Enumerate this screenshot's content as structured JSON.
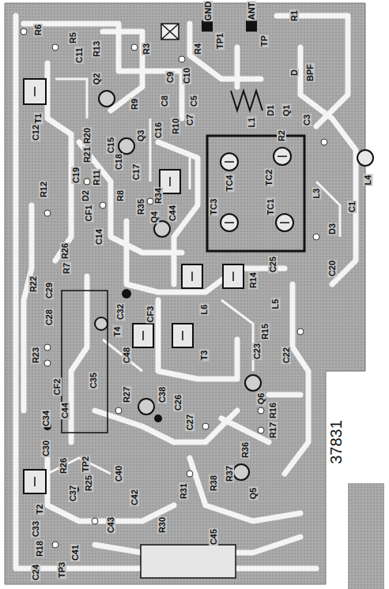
{
  "diagram": {
    "labels": [
      "R6",
      "R5",
      "C11",
      "R13",
      "R3",
      "R4",
      "GND",
      "TP1",
      "ANT",
      "TP",
      "R1",
      "C9",
      "C10",
      "BPF",
      "D",
      "T1",
      "Q2",
      "R9",
      "C8",
      "C5",
      "L1",
      "D1",
      "Q1",
      "C3",
      "R2",
      "C12",
      "R20",
      "R21",
      "C15",
      "Q3",
      "C16",
      "R10",
      "C7",
      "R11",
      "C18",
      "C19",
      "C17",
      "TC4",
      "TC2",
      "TC1",
      "TC3",
      "L3",
      "C1",
      "L4",
      "D3",
      "C20",
      "D2",
      "CF1",
      "C14",
      "R12",
      "R8",
      "R35",
      "R34",
      "C44",
      "Q4",
      "R26",
      "R7",
      "R22",
      "C29",
      "C28",
      "C25",
      "R14",
      "C32",
      "CF3",
      "T4",
      "L6",
      "L5",
      "R15",
      "C23",
      "C22",
      "T3",
      "R23",
      "C48",
      "C35",
      "CF2",
      "Q6",
      "R27",
      "C38",
      "C26",
      "C27",
      "R16",
      "R17",
      "C44",
      "C34",
      "C30",
      "R36",
      "TP2",
      "R26",
      "R25",
      "C37",
      "Q5",
      "R37",
      "R38",
      "C40",
      "T2",
      "C42",
      "R31",
      "C33",
      "C43",
      "R30",
      "C45",
      "R18",
      "C41",
      "C24",
      "TP3",
      "37831"
    ]
  }
}
